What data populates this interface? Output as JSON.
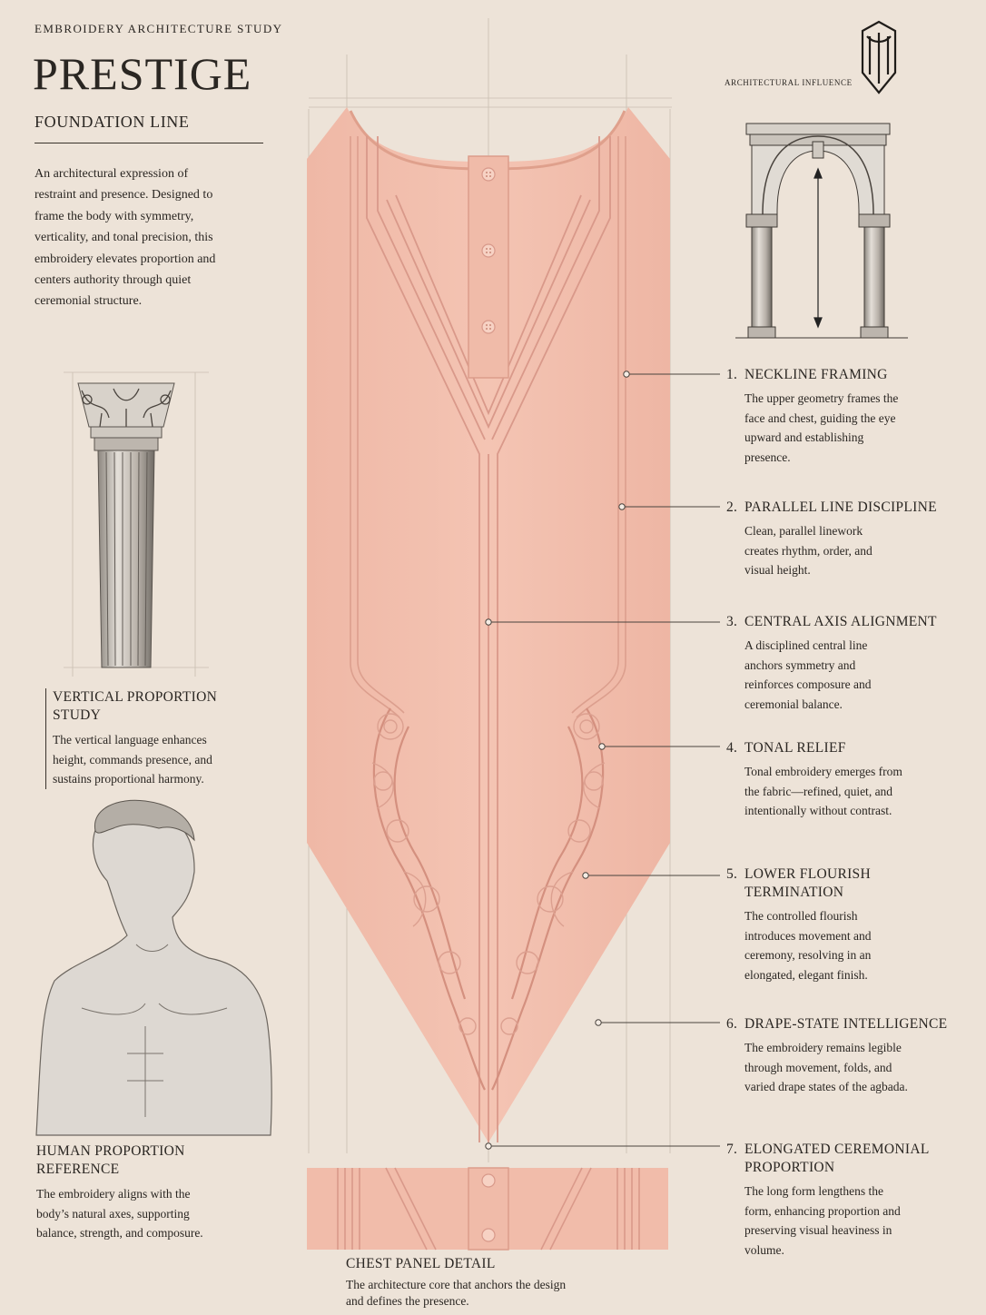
{
  "eyebrow": "EMBROIDERY ARCHITECTURE STUDY",
  "title": "PRESTIGE",
  "subtitle": "FOUNDATION LINE",
  "intro": "An architectural expression of restraint and presence. Designed to frame the body with symmetry, verticality, and tonal precision, this embroidery elevates proportion and centers authority through quiet ceremonial structure.",
  "vertical_study": {
    "title": "VERTICAL PROPORTION STUDY",
    "body": "The vertical language enhances height, commands presence, and sustains proportional harmony."
  },
  "human_reference": {
    "title": "HUMAN PROPORTION REFERENCE",
    "body": "The embroidery aligns with the body’s natural axes, supporting balance, strength, and composure."
  },
  "chest_detail": {
    "title": "CHEST PANEL DETAIL",
    "body": "The architecture core that anchors the design and defines the presence."
  },
  "architectural_influence": "ARCHITECTURAL INFLUENCE",
  "callouts": [
    {
      "num": "1.",
      "title": "NECKLINE FRAMING",
      "body": "The upper geometry frames the face and chest, guiding the eye upward and establishing presence."
    },
    {
      "num": "2.",
      "title": "PARALLEL LINE DISCIPLINE",
      "body": "Clean, parallel linework creates rhythm, order, and visual height."
    },
    {
      "num": "3.",
      "title": "CENTRAL AXIS ALIGNMENT",
      "body": "A disciplined central line anchors symmetry and reinforces composure and ceremonial balance."
    },
    {
      "num": "4.",
      "title": "TONAL RELIEF",
      "body": "Tonal embroidery emerges from the fabric—refined, quiet, and intentionally without contrast."
    },
    {
      "num": "5.",
      "title": "LOWER FLOURISH TERMINATION",
      "body": "The controlled flourish introduces movement and ceremony, resolving in an elongated, elegant finish."
    },
    {
      "num": "6.",
      "title": "DRAPE-STATE INTELLIGENCE",
      "body": "The embroidery remains legible through movement, folds, and varied drape states of the agbada."
    },
    {
      "num": "7.",
      "title": "ELONGATED CEREMONIAL PROPORTION",
      "body": "The long form lengthens the form, enhancing proportion and preserving visual heaviness in volume."
    }
  ],
  "colors": {
    "paper": "#ede3d8",
    "fabric": "#f2bfae",
    "fabric_relief": "#e5a995",
    "ink": "#2a2622"
  }
}
